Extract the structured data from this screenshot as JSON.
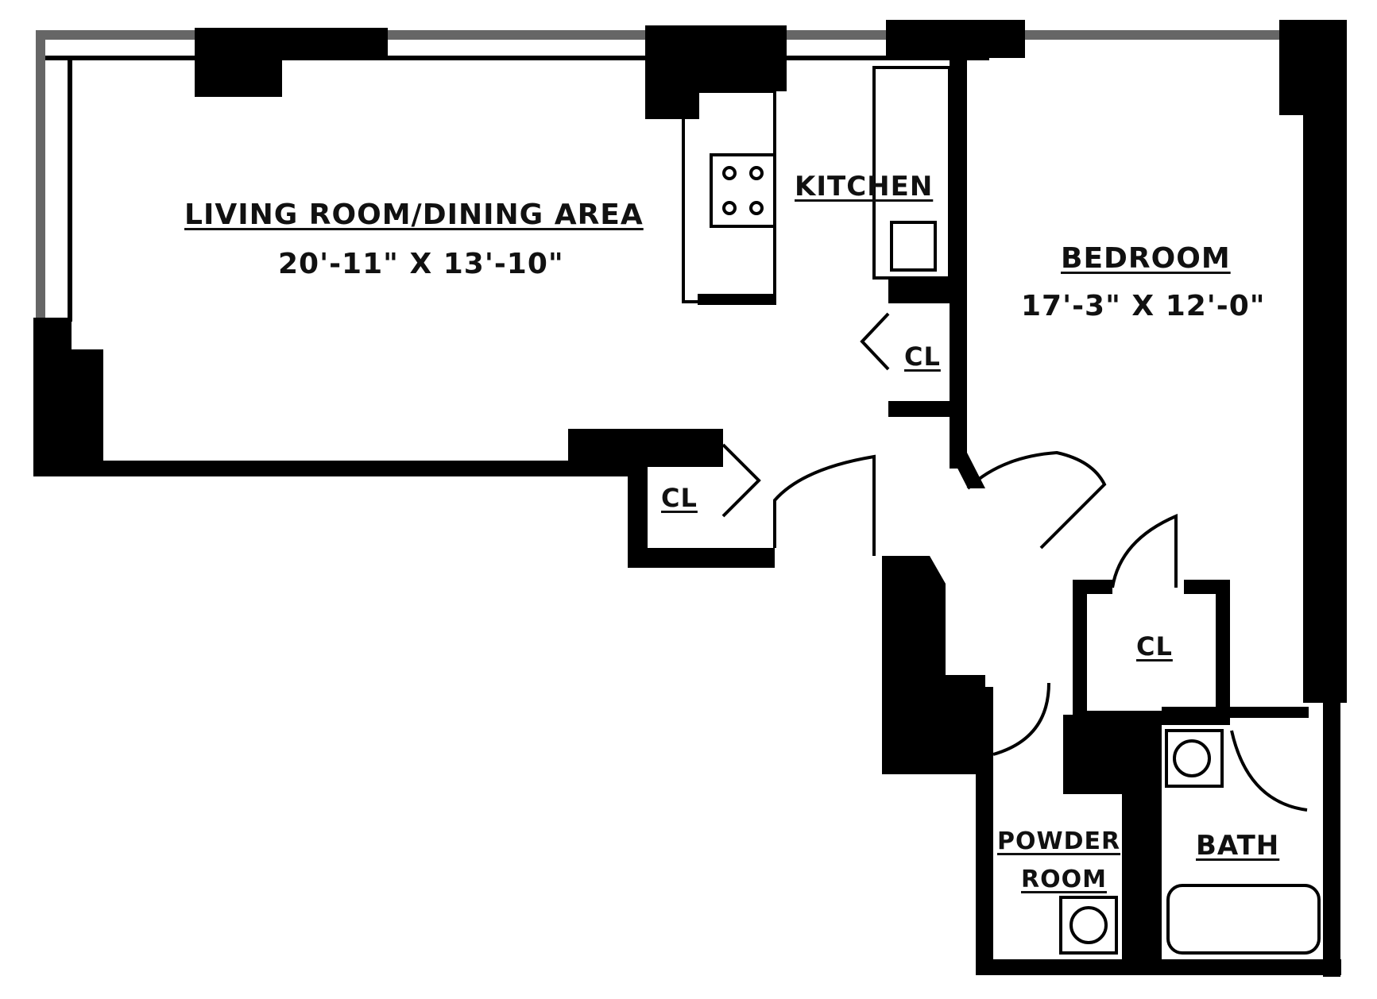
{
  "plan": {
    "rooms": {
      "living": {
        "name": "LIVING ROOM/DINING AREA",
        "dims": "20'-11\" X 13'-10\""
      },
      "kitchen": {
        "name": "KITCHEN"
      },
      "bedroom": {
        "name": "BEDROOM",
        "dims": "17'-3\" X 12'-0\""
      },
      "powder_line1": "POWDER",
      "powder_line2": "ROOM",
      "bath": {
        "name": "BATH"
      }
    },
    "closets": [
      "CL",
      "CL",
      "CL"
    ],
    "colors": {
      "wall": "#000000",
      "paper": "#ffffff"
    }
  }
}
